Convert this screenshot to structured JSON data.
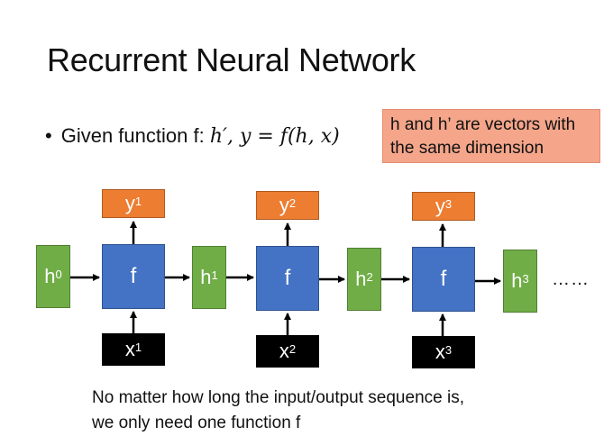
{
  "title": "Recurrent Neural Network",
  "bullet": {
    "marker": "•",
    "text": "Given function f:",
    "formula": "h′, y = f(h, x)"
  },
  "note": {
    "line1": "h and h’ are vectors with",
    "line2": "the same dimension"
  },
  "colors": {
    "hidden": "#70ad47",
    "function": "#4472c4",
    "output": "#ed7d31",
    "input": "#000000",
    "note_bg": "#f4a58a"
  },
  "hidden_states": [
    {
      "base": "h",
      "sup": "0"
    },
    {
      "base": "h",
      "sup": "1"
    },
    {
      "base": "h",
      "sup": "2"
    },
    {
      "base": "h",
      "sup": "3"
    }
  ],
  "functions": [
    {
      "label": "f"
    },
    {
      "label": "f"
    },
    {
      "label": "f"
    }
  ],
  "outputs": [
    {
      "base": "y",
      "sup": "1"
    },
    {
      "base": "y",
      "sup": "2"
    },
    {
      "base": "y",
      "sup": "3"
    }
  ],
  "inputs": [
    {
      "base": "x",
      "sup": "1"
    },
    {
      "base": "x",
      "sup": "2"
    },
    {
      "base": "x",
      "sup": "3"
    }
  ],
  "continuation": "……",
  "caption": {
    "line1": "No matter how long the input/output sequence is,",
    "line2": "we only need one function f"
  }
}
